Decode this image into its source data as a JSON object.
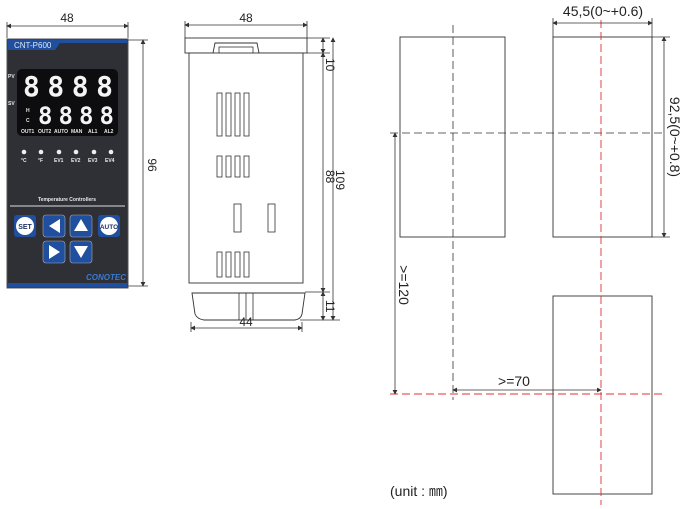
{
  "front_view": {
    "width_dim": "48",
    "height_dim": "96",
    "model": "CNT-P600",
    "pv_label": "PV",
    "sv_label": "SV",
    "h_label": "H",
    "c_label": "C",
    "pv_digits": "8888",
    "sv_digits": "8888",
    "indicators": [
      "OUT1",
      "OUT2",
      "AUTO",
      "MAN",
      "AL1",
      "AL2"
    ],
    "leds": [
      "°C",
      "°F",
      "EV1",
      "EV2",
      "EV3",
      "EV4"
    ],
    "caption": "Temperature Controllers",
    "buttons": {
      "set": "SET",
      "auto": "AUTO"
    },
    "brand": "CONOTEC",
    "panel_color": "#2e3036",
    "accent_color": "#1f4f9e"
  },
  "side_view": {
    "width_dim": "48",
    "top_dim": "10",
    "body_dim": "88",
    "total_dim": "109",
    "bottom_dim": "11",
    "base_dim": "44"
  },
  "panel_cutout": {
    "width_dim": "45,5(0~+0.6)",
    "height_dim": "92,5(0~+0.8)",
    "vertical_spacing": ">=120",
    "horizontal_spacing": ">=70",
    "unit": "(unit : ㎜)",
    "centerline_color": "#e03030"
  }
}
